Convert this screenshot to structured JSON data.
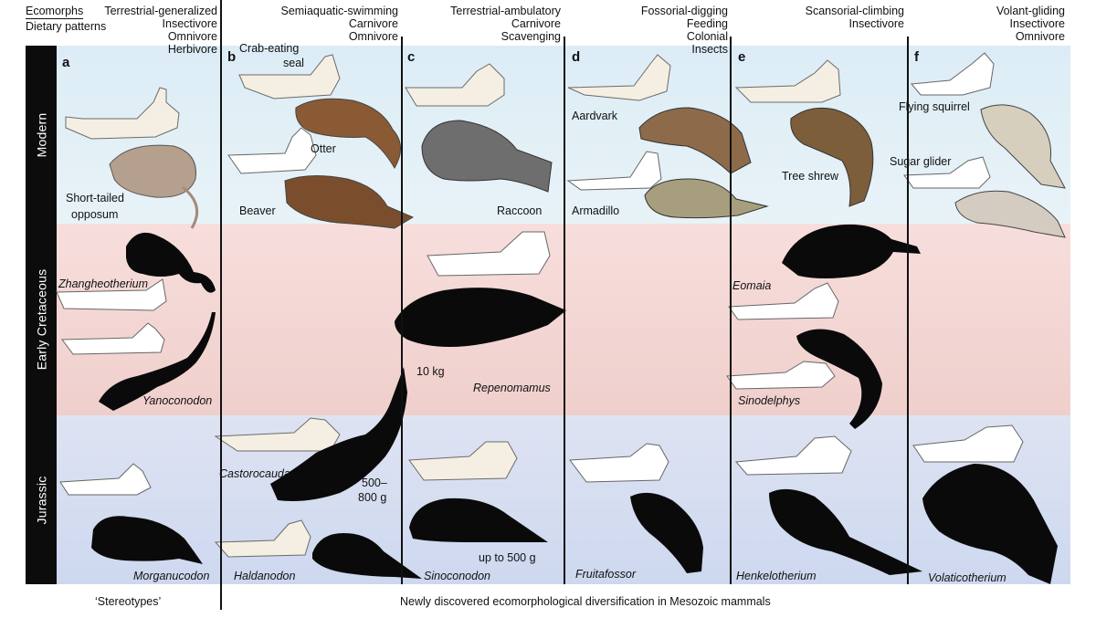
{
  "header": {
    "ecomorphs_label": "Ecomorphs",
    "dietary_label": "Dietary patterns"
  },
  "columns": [
    {
      "letter": "a",
      "ecomorph": "Terrestrial-generalized",
      "diet": [
        "Insectivore",
        "Omnivore",
        "Herbivore"
      ]
    },
    {
      "letter": "b",
      "ecomorph": "Semiaquatic-swimming",
      "diet": [
        "Carnivore",
        "Omnivore"
      ]
    },
    {
      "letter": "c",
      "ecomorph": "Terrestrial-ambulatory",
      "diet": [
        "Carnivore",
        "Scavenging"
      ]
    },
    {
      "letter": "d",
      "ecomorph": "Fossorial-digging",
      "diet": [
        "Feeding",
        "Colonial",
        "Insects"
      ]
    },
    {
      "letter": "e",
      "ecomorph": "Scansorial-climbing",
      "diet": [
        "Insectivore"
      ]
    },
    {
      "letter": "f",
      "ecomorph": "Volant-gliding",
      "diet": [
        "Insectivore",
        "Omnivore"
      ]
    }
  ],
  "periods": [
    "Modern",
    "Early Cretaceous",
    "Jurassic"
  ],
  "labels": {
    "short_tailed_1": "Short-tailed",
    "short_tailed_2": "opposum",
    "crab_eating_1": "Crab-eating",
    "crab_eating_2": "seal",
    "otter": "Otter",
    "beaver": "Beaver",
    "raccoon": "Raccoon",
    "aardvark": "Aardvark",
    "armadillo": "Armadillo",
    "tree_shrew": "Tree shrew",
    "flying_squirrel": "Flying squirrel",
    "sugar_glider": "Sugar glider",
    "zhangheotherium": "Zhangheotherium",
    "yanoconodon": "Yanoconodon",
    "ten_kg": "10 kg",
    "repenomamus": "Repenomamus",
    "eomaia": "Eomaia",
    "sinodelphys": "Sinodelphys",
    "castorocauda": "Castorocauda",
    "mass_500": "500–",
    "mass_800": "800 g",
    "morganucodon": "Morganucodon",
    "haldanodon": "Haldanodon",
    "sinoconodon": "Sinoconodon",
    "up_to_500": "up to 500 g",
    "fruitafossor": "Fruitafossor",
    "henkelotherium": "Henkelotherium",
    "volaticotherium": "Volaticotherium"
  },
  "footer": {
    "stereotypes": "‘Stereotypes’",
    "newly": "Newly discovered ecomorphological diversification in Mesozoic mammals"
  },
  "colors": {
    "modern_band": "#dcecf6",
    "cretaceous_band": "#f7dedc",
    "jurassic_band": "#dee3f2",
    "period_label_bg": "#0c0c0c"
  }
}
